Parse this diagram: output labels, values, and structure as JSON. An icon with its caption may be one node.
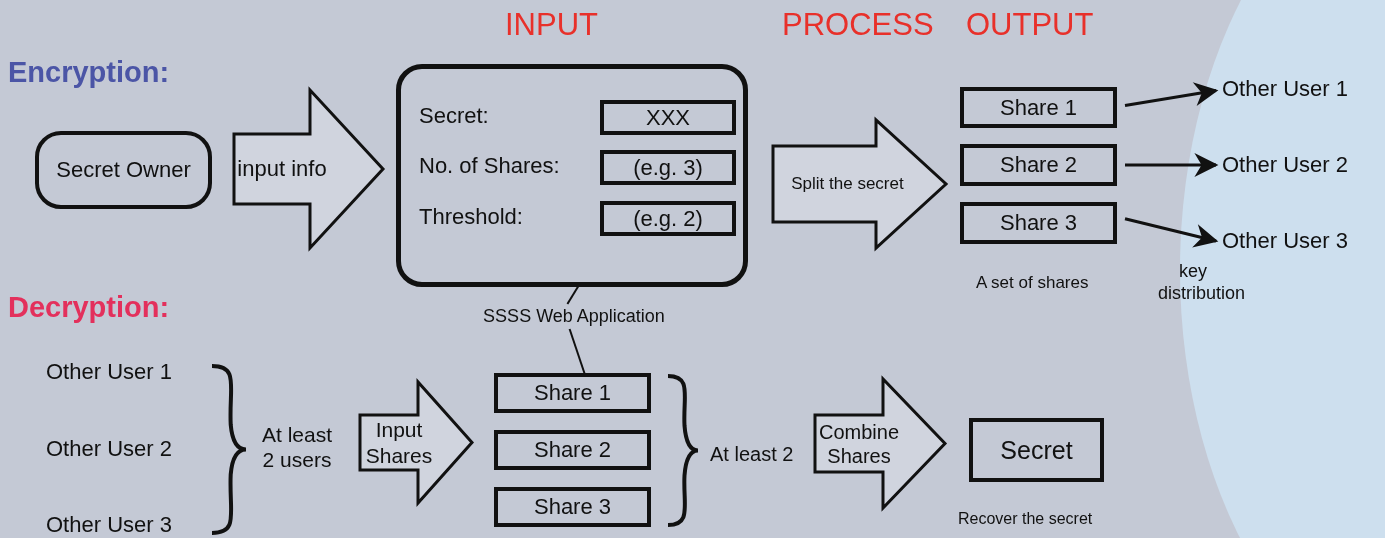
{
  "diagram": {
    "nodes": [
      {
        "text": [
          "Secret Owner"
        ]
      },
      {
        "text": [
          "input info"
        ]
      },
      {
        "text": [
          "Secret:",
          "No. of Shares:",
          "Threshold:"
        ]
      },
      {
        "text": [
          "XXX"
        ],
        "in": 2
      },
      {
        "text": [
          "(e.g. 3)"
        ],
        "in": 2
      },
      {
        "text": [
          "(e.g. 2)"
        ],
        "in": 2
      },
      {
        "text": [
          "Split the secret"
        ]
      },
      {
        "text": [
          "Share 1"
        ]
      },
      {
        "text": [
          "Share 2"
        ]
      },
      {
        "text": [
          "Share 3"
        ]
      },
      {
        "text": [
          "Other User 1"
        ]
      },
      {
        "text": [
          "Other User 2"
        ]
      },
      {
        "text": [
          "Other User 3"
        ]
      },
      {
        "text": [
          "SSSS Web Application"
        ]
      },
      {
        "text": [
          "Other User 1"
        ]
      },
      {
        "text": [
          "Other User 2"
        ]
      },
      {
        "text": [
          "Other User 3"
        ]
      },
      {
        "text": [
          "Input Shares"
        ]
      },
      {
        "text": [
          "Share 1"
        ]
      },
      {
        "text": [
          "Share 2"
        ]
      },
      {
        "text": [
          "Share 3"
        ]
      },
      {
        "text": [
          "Combine Shares"
        ]
      },
      {
        "text": [
          "Secret"
        ]
      }
    ],
    "edges": [
      {
        "from": 7,
        "to": 10,
        "arrow": "to"
      },
      {
        "from": 8,
        "to": 11,
        "arrow": "to"
      },
      {
        "from": 9,
        "to": 12,
        "arrow": "to"
      },
      {
        "from": 2,
        "to": 13,
        "arrow": "none"
      },
      {
        "from": 13,
        "to": 18,
        "arrow": "none"
      }
    ],
    "labels": [
      "INPUT",
      "PROCESS",
      "OUTPUT",
      "Encryption:",
      "A set of shares",
      "key distribution",
      "Decryption:",
      "At least 2 users",
      "At least 2",
      "Recover the secret"
    ]
  }
}
